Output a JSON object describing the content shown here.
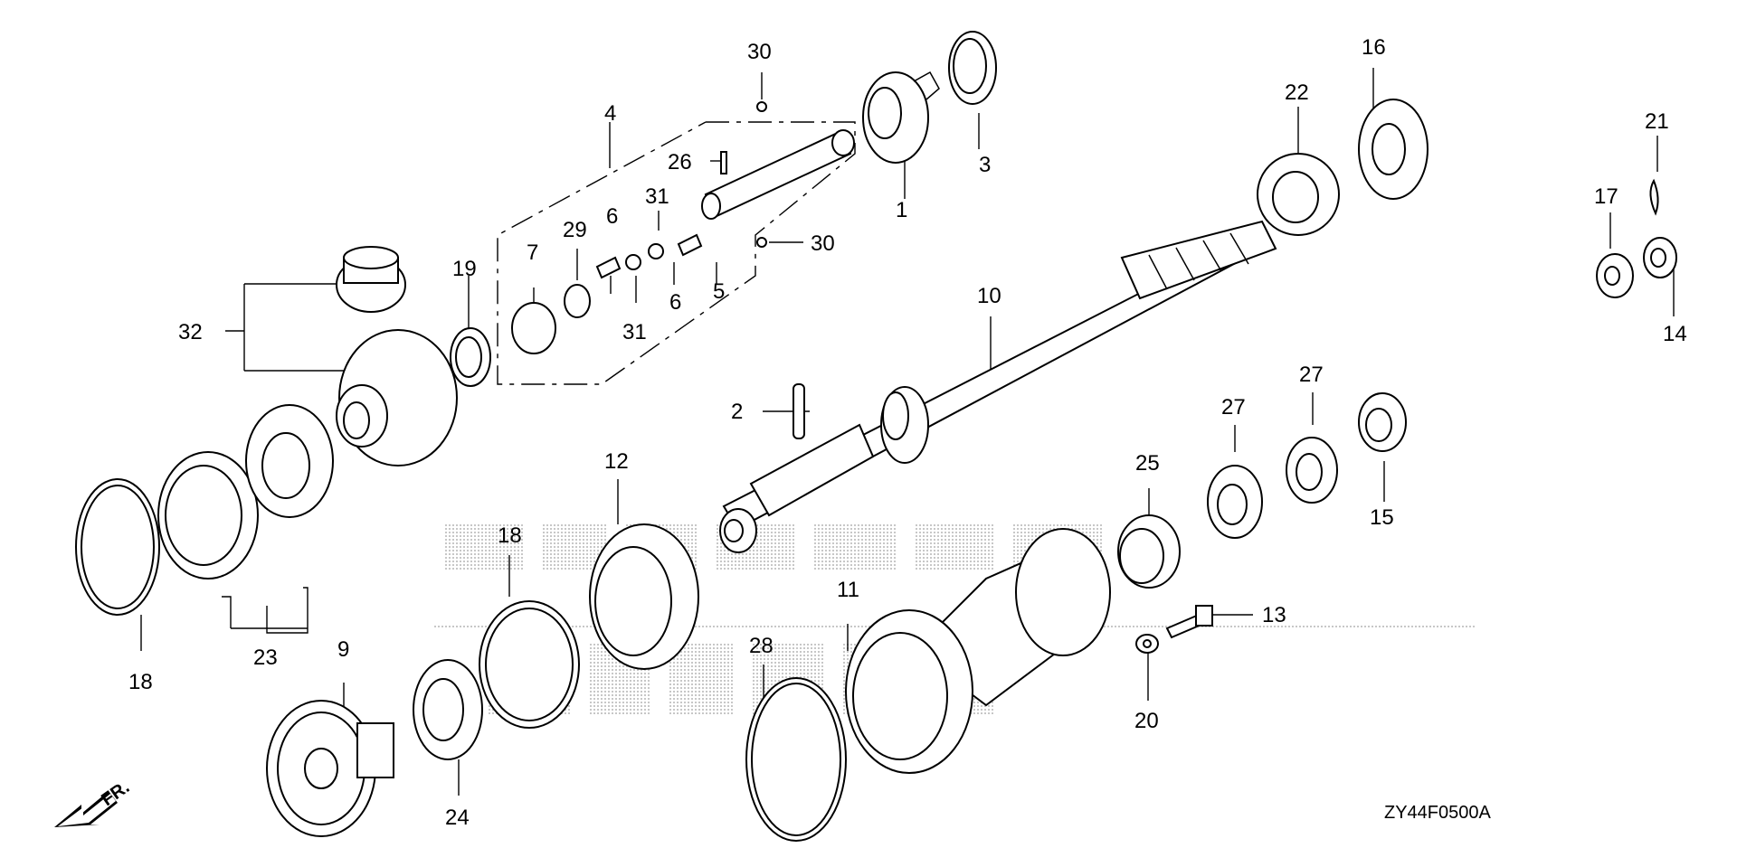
{
  "diagram_code": "ZY44F0500A",
  "front_marker": "FR.",
  "labels": [
    {
      "key": "c1",
      "text": "1"
    },
    {
      "key": "c2",
      "text": "2"
    },
    {
      "key": "c3",
      "text": "3"
    },
    {
      "key": "c4",
      "text": "4"
    },
    {
      "key": "c5",
      "text": "5"
    },
    {
      "key": "c6a",
      "text": "6"
    },
    {
      "key": "c6b",
      "text": "6"
    },
    {
      "key": "c7",
      "text": "7"
    },
    {
      "key": "c9",
      "text": "9"
    },
    {
      "key": "c10",
      "text": "10"
    },
    {
      "key": "c11",
      "text": "11"
    },
    {
      "key": "c12",
      "text": "12"
    },
    {
      "key": "c13",
      "text": "13"
    },
    {
      "key": "c14",
      "text": "14"
    },
    {
      "key": "c15",
      "text": "15"
    },
    {
      "key": "c16",
      "text": "16"
    },
    {
      "key": "c17",
      "text": "17"
    },
    {
      "key": "c18a",
      "text": "18"
    },
    {
      "key": "c18b",
      "text": "18"
    },
    {
      "key": "c19",
      "text": "19"
    },
    {
      "key": "c20",
      "text": "20"
    },
    {
      "key": "c21",
      "text": "21"
    },
    {
      "key": "c22",
      "text": "22"
    },
    {
      "key": "c23",
      "text": "23"
    },
    {
      "key": "c24",
      "text": "24"
    },
    {
      "key": "c25",
      "text": "25"
    },
    {
      "key": "c26",
      "text": "26"
    },
    {
      "key": "c27a",
      "text": "27"
    },
    {
      "key": "c27b",
      "text": "27"
    },
    {
      "key": "c28",
      "text": "28"
    },
    {
      "key": "c29",
      "text": "29"
    },
    {
      "key": "c30a",
      "text": "30"
    },
    {
      "key": "c30b",
      "text": "30"
    },
    {
      "key": "c31a",
      "text": "31"
    },
    {
      "key": "c31b",
      "text": "31"
    },
    {
      "key": "c32",
      "text": "32"
    }
  ]
}
